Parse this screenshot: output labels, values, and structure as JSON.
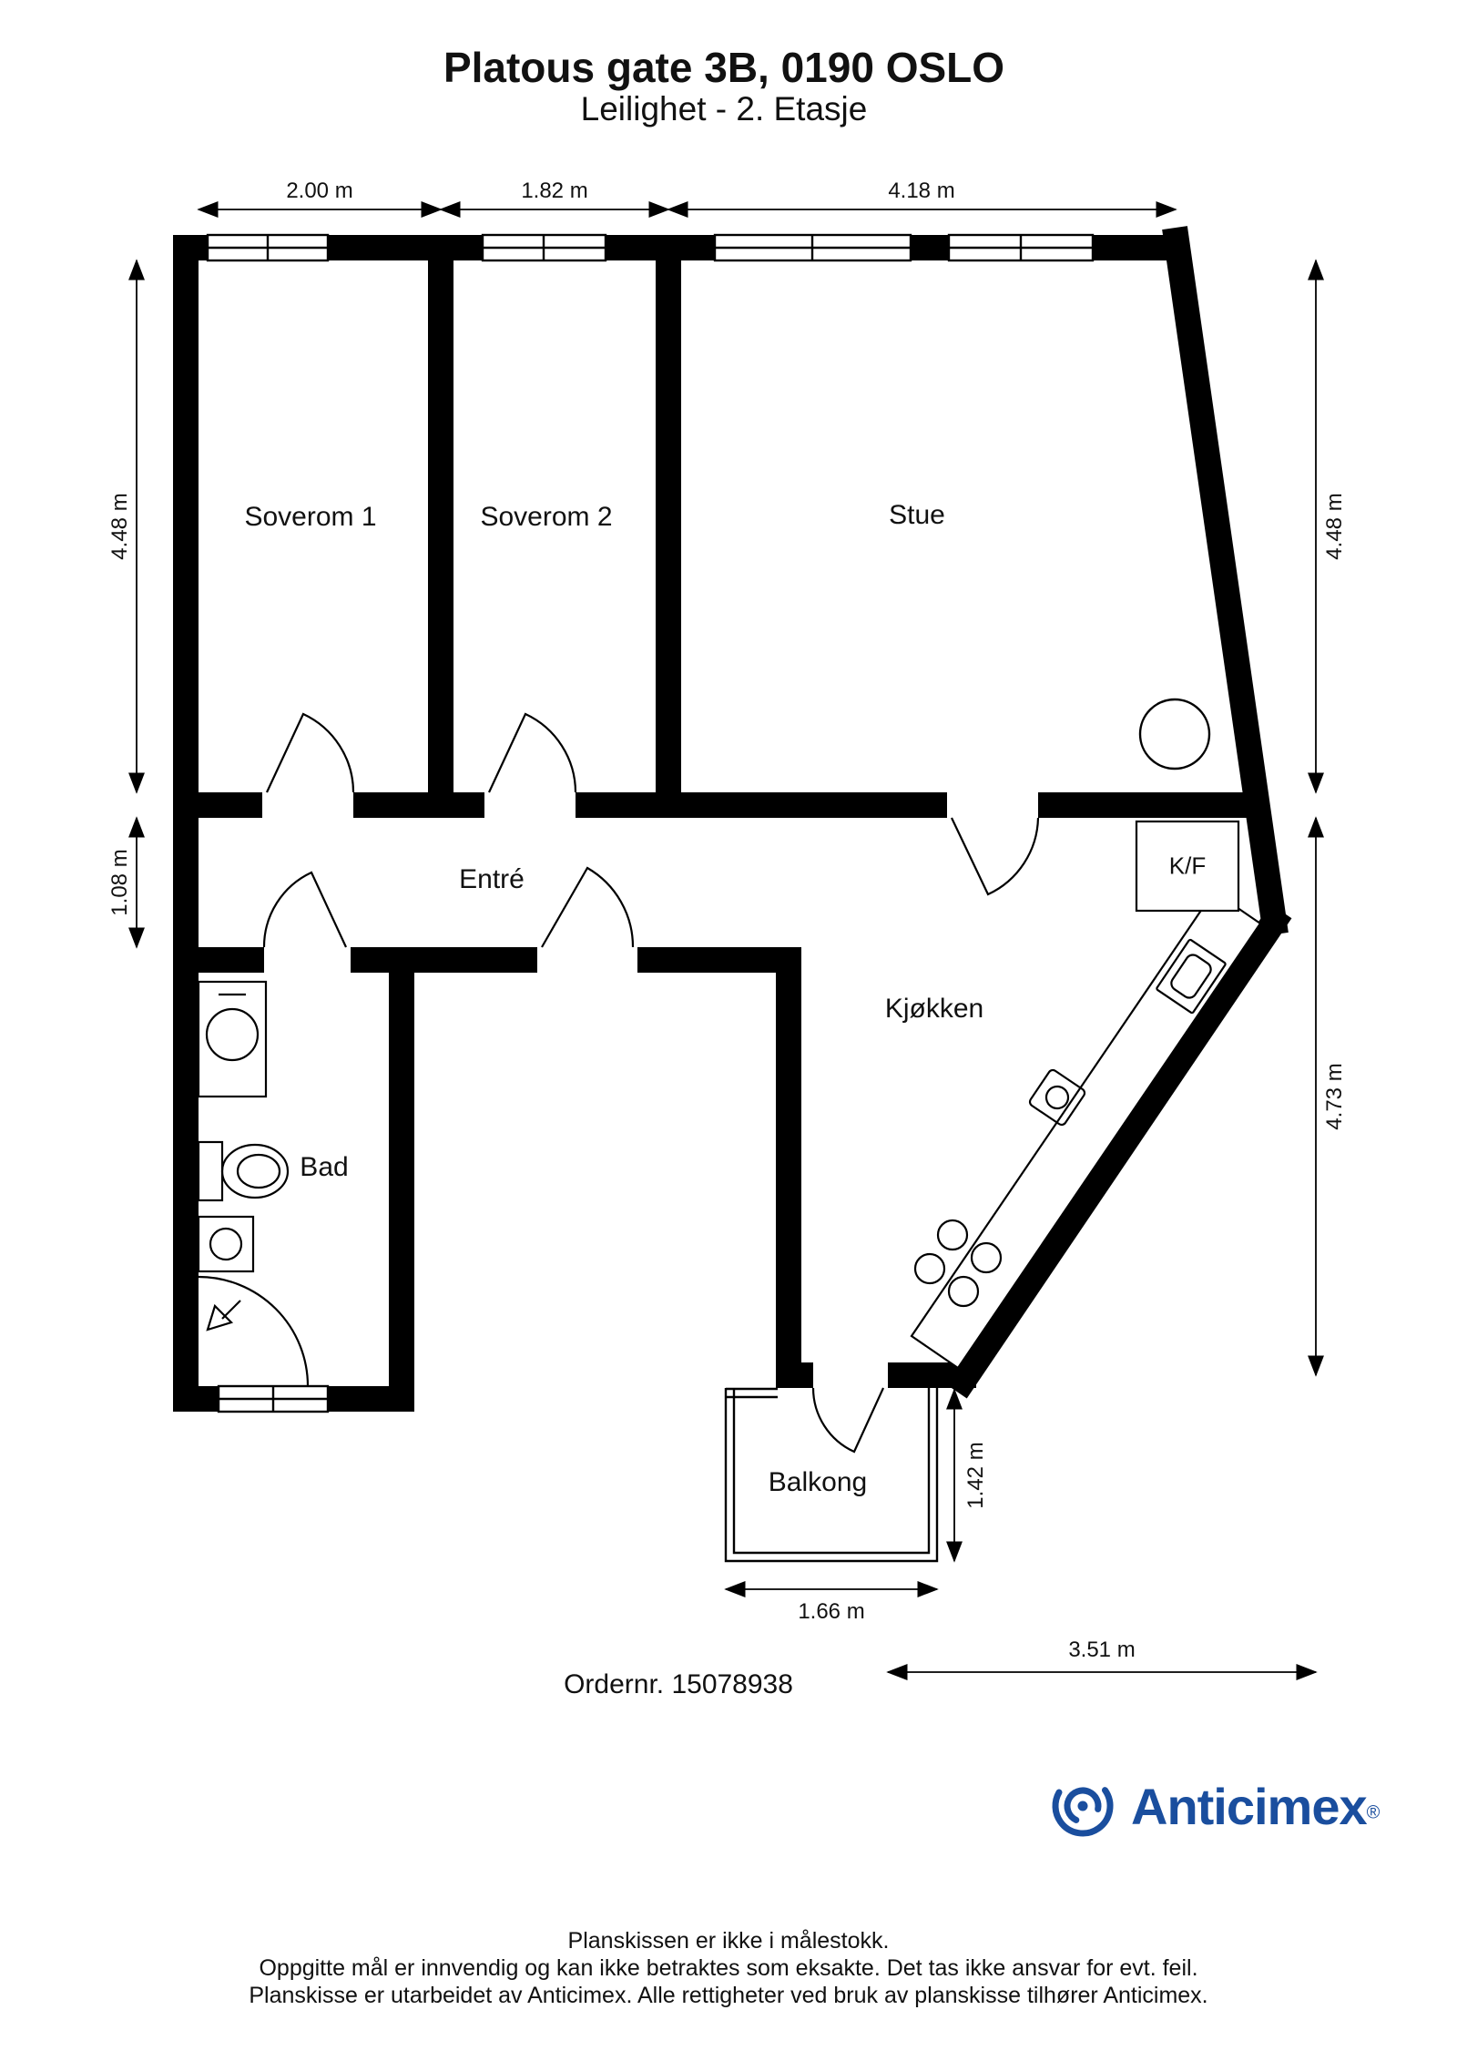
{
  "title": "Platous gate 3B, 0190 OSLO",
  "subtitle": "Leilighet  - 2. Etasje",
  "rooms": {
    "soverom1": "Soverom 1",
    "soverom2": "Soverom 2",
    "stue": "Stue",
    "entre": "Entré",
    "bad": "Bad",
    "kjokken": "Kjøkken",
    "kf": "K/F",
    "balkong": "Balkong"
  },
  "dims": {
    "top1": "2.00 m",
    "top2": "1.82 m",
    "top3": "4.18 m",
    "left_upper": "4.48 m",
    "left_lower": "1.08 m",
    "right_upper": "4.48 m",
    "right_lower": "4.73 m",
    "balcony_h": "1.42 m",
    "balcony_w": "1.66 m",
    "bottom": "3.51 m"
  },
  "order_number": "Ordernr. 15078938",
  "logo": {
    "brand": "Anticimex",
    "reg": "®",
    "color": "#1a4e9e"
  },
  "footer": {
    "line1": "Planskissen er ikke i målestokk.",
    "line2": "Oppgitte mål er innvendig og kan ikke betraktes som eksakte. Det tas ikke ansvar for evt. feil.",
    "line3": "Planskisse er utarbeidet av Anticimex. Alle rettigheter ved bruk av planskisse tilhører Anticimex."
  }
}
